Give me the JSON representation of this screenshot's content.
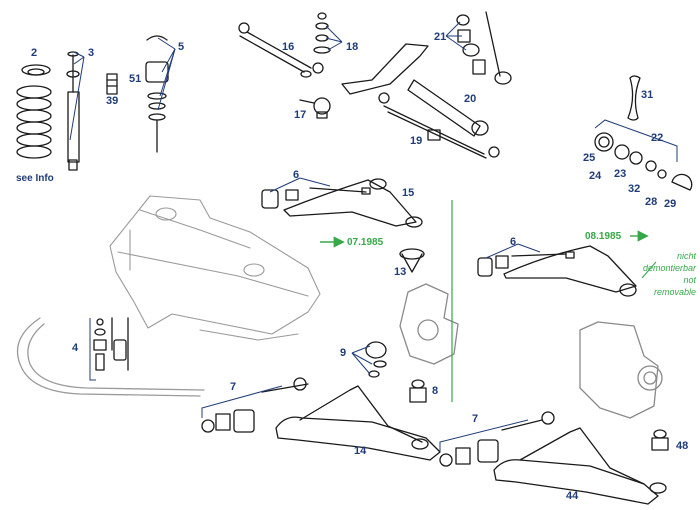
{
  "labels": {
    "l2": "2",
    "l3": "3",
    "l5": "5",
    "l51": "51",
    "l39": "39",
    "l16": "16",
    "l18": "18",
    "l17": "17",
    "l21": "21",
    "l20": "20",
    "l19": "19",
    "l31": "31",
    "l22": "22",
    "l25": "25",
    "l24": "24",
    "l23": "23",
    "l32": "32",
    "l28": "28",
    "l29": "29",
    "l6a": "6",
    "l15": "15",
    "l13": "13",
    "l6b": "6",
    "l4": "4",
    "l9": "9",
    "l8": "8",
    "l7a": "7",
    "l14": "14",
    "l7b": "7",
    "l48": "48",
    "l44": "44"
  },
  "see_info": "see Info",
  "dates": {
    "early": "07.1985",
    "late": "08.1985"
  },
  "note_lines": [
    "nicht",
    "demontierbar",
    "not",
    "removable"
  ],
  "colors": {
    "label": "#1f3c78",
    "accent": "#37a84a",
    "line": "#1a1a1a"
  }
}
